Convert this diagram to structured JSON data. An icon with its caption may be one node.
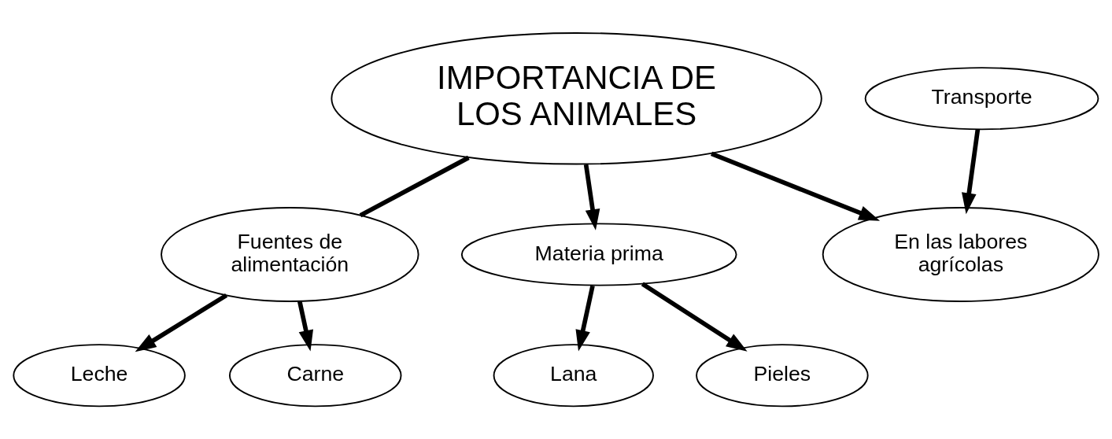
{
  "diagram": {
    "nodes": [
      {
        "text": [
          "IMPORTANCIA DE LOS ANIMALES"
        ]
      },
      {
        "text": [
          "Leche"
        ]
      },
      {
        "text": [
          "Fuentes de alimentación"
        ]
      },
      {
        "text": [
          "En las labores agrícolas"
        ]
      },
      {
        "text": [
          "Transporte"
        ]
      },
      {
        "text": [
          "Carne"
        ]
      },
      {
        "text": [
          "Materia prima"
        ]
      },
      {
        "text": [
          "Lana"
        ]
      },
      {
        "text": [
          "Pieles"
        ]
      }
    ],
    "edges": [
      {
        "from": 0,
        "to": 2,
        "arrow": "none"
      },
      {
        "from": 2,
        "to": 1,
        "arrow": "to"
      },
      {
        "from": 2,
        "to": 5,
        "arrow": "to"
      },
      {
        "from": 0,
        "to": 3,
        "arrow": "to"
      },
      {
        "from": 4,
        "to": 3,
        "arrow": "to"
      },
      {
        "from": 0,
        "to": 6,
        "arrow": "to"
      },
      {
        "from": 6,
        "to": 7,
        "arrow": "to"
      },
      {
        "from": 6,
        "to": 8,
        "arrow": "to"
      }
    ]
  }
}
